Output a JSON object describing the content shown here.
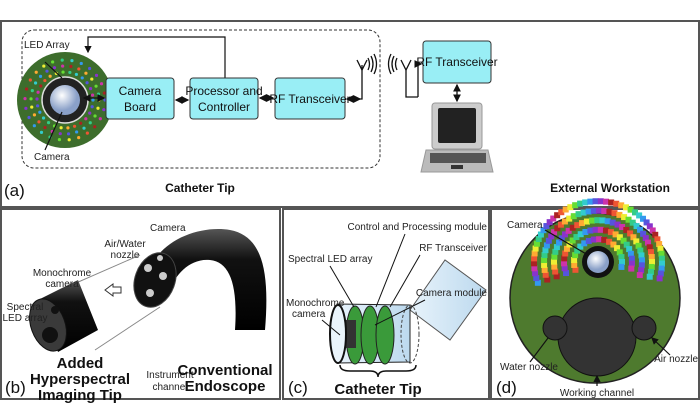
{
  "panel_a": {
    "tag": "(a)",
    "led_array": "LED Array",
    "camera": "Camera",
    "camera_board": [
      "Camera",
      "Board"
    ],
    "processor": [
      "Processor and",
      "Controller"
    ],
    "rf_tip": "RF Transceiver",
    "rf_ext": "RF Transceiver",
    "catheter_tip": "Catheter Tip",
    "external": "External Workstation",
    "box_color": "#99eef5"
  },
  "panel_b": {
    "tag": "(b)",
    "camera": "Camera",
    "air_water": [
      "Air/Water",
      "nozzle"
    ],
    "mono": [
      "Monochrome",
      "camera"
    ],
    "spectral": [
      "Spectral",
      "LED array"
    ],
    "instrument": [
      "Instrument",
      "channel"
    ],
    "added": [
      "Added",
      "Hyperspectral",
      "Imaging Tip"
    ],
    "conventional": [
      "Conventional",
      "Endoscope"
    ]
  },
  "panel_c": {
    "tag": "(c)",
    "control": "Control and Processing module",
    "rf": "RF Transceiver",
    "spectral": "Spectral LED array",
    "camera_module": "Camera module",
    "mono": [
      "Monochrome",
      "camera"
    ],
    "catheter_tip": "Catheter Tip"
  },
  "panel_d": {
    "tag": "(d)",
    "camera": "Camera",
    "water": "Water nozzle",
    "air": "Air nozzle",
    "working": "Working channel",
    "face_color": "#4e7a2e"
  }
}
